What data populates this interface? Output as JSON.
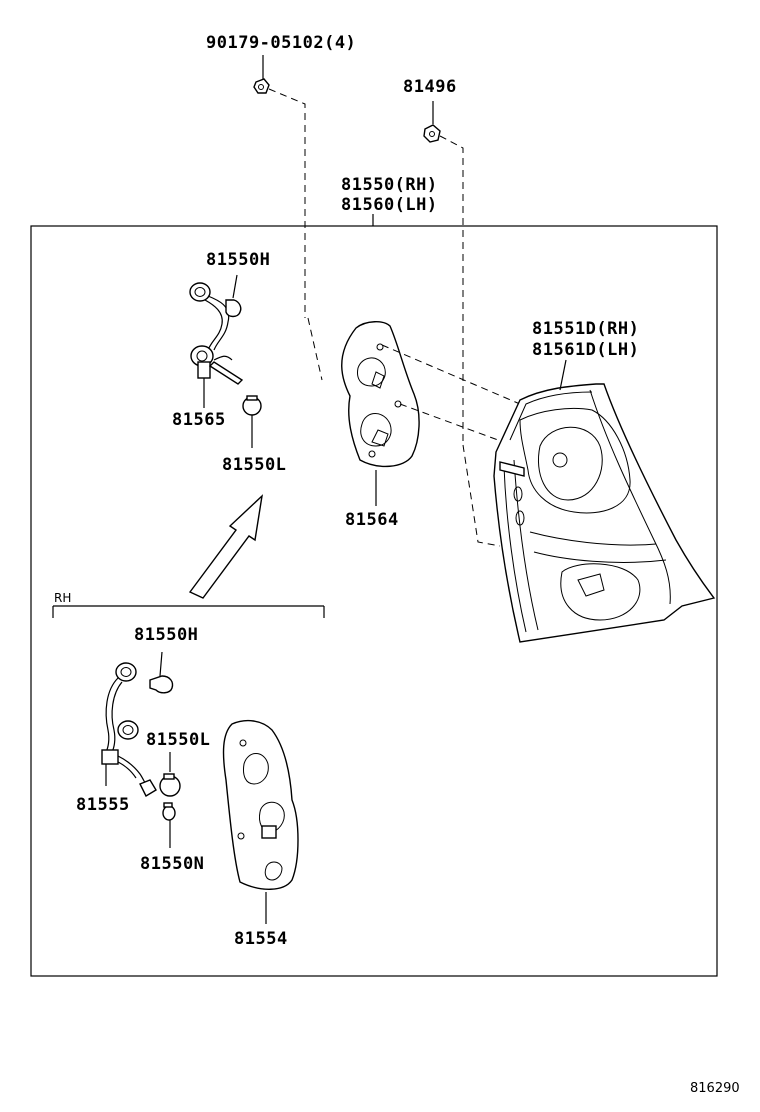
{
  "labels": {
    "screw": "90179-05102(4)",
    "clip": "81496",
    "assy_rh": "81550(RH)",
    "assy_lh": "81560(LH)",
    "bulb_h_top": "81550H",
    "socket_top": "81565",
    "bulb_l_top": "81550L",
    "gasket": "81564",
    "lens_rh": "81551D(RH)",
    "lens_lh": "81561D(LH)",
    "rh_note": "RH",
    "bulb_h_bot": "81550H",
    "bulb_l_bot": "81550L",
    "socket_bot": "81555",
    "bulb_n": "81550N",
    "gasket_bot": "81554",
    "figure_code": "816290"
  }
}
